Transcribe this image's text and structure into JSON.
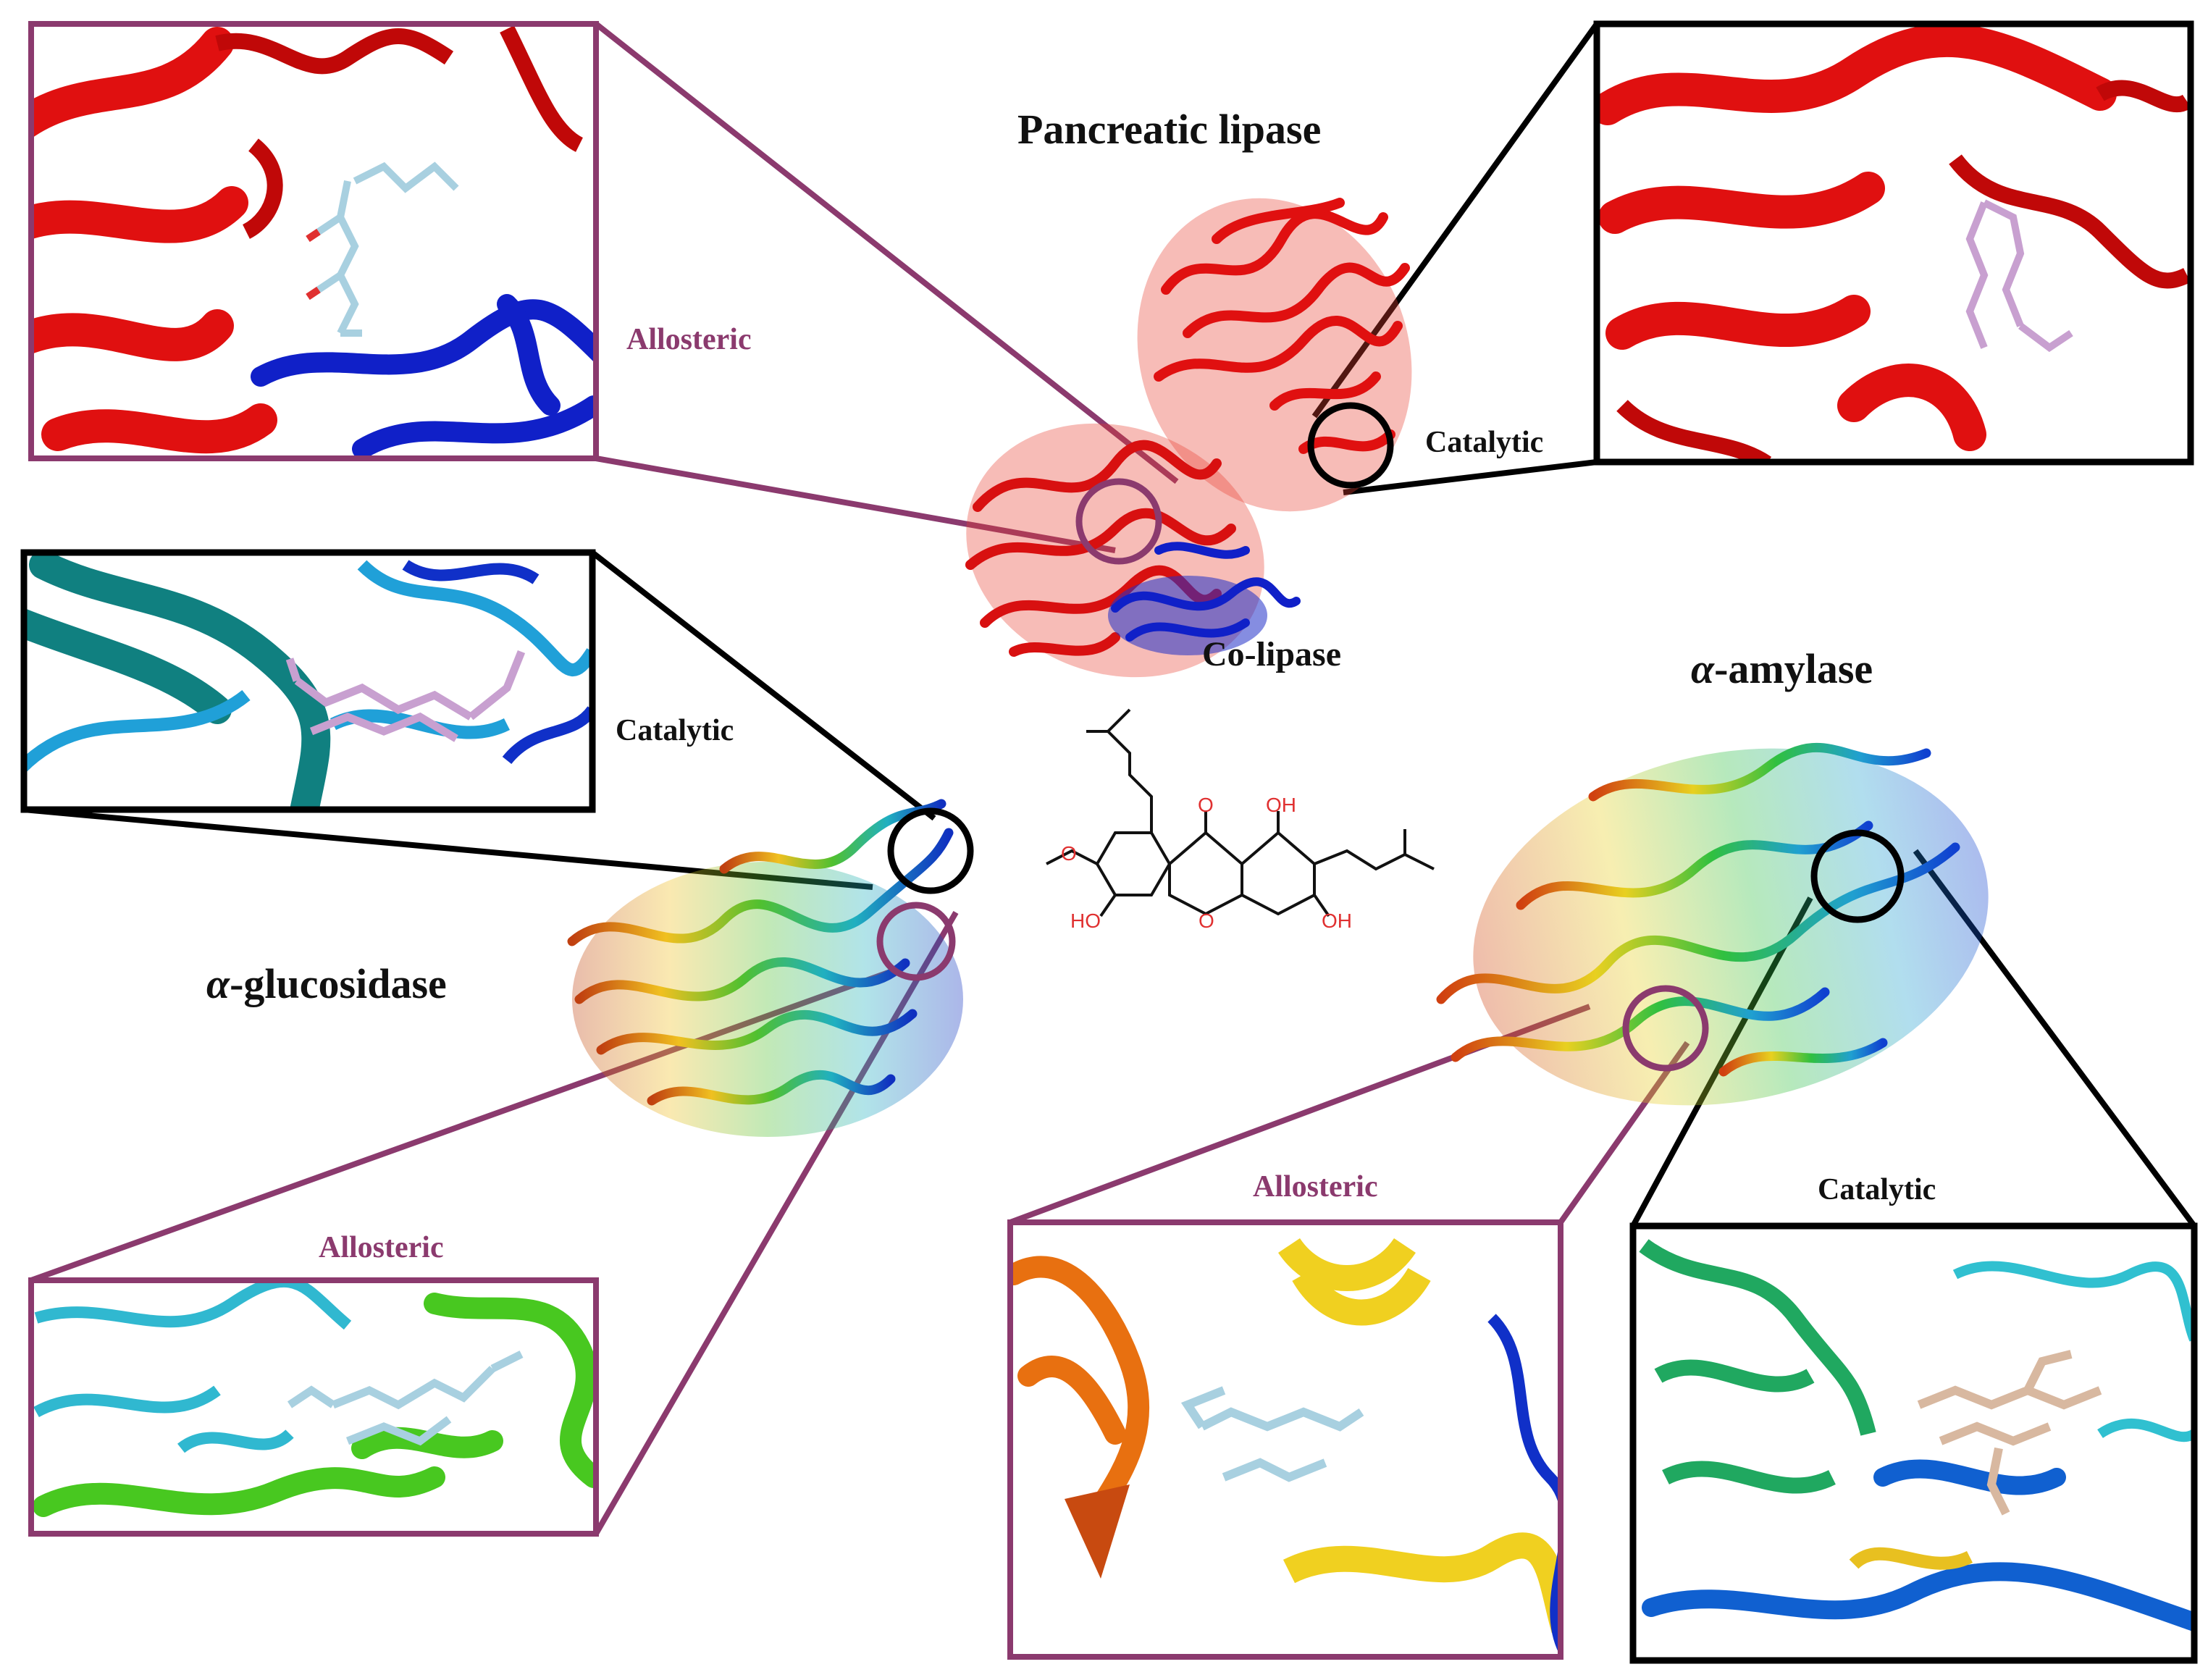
{
  "colors": {
    "allosteric_border": "#8b3a6e",
    "catalytic_border": "#000000",
    "lipase_chain": "#e01010",
    "colipase_chain": "#1020c8",
    "ligand": "#a8d0e0",
    "ligand_pink": "#c8a0d0",
    "oxygen": "#e03030"
  },
  "labels": {
    "pancreatic_lipase": "Pancreatic lipase",
    "co_lipase": "Co-lipase",
    "alpha_amylase_greek": "α",
    "alpha_amylase_rest": "-amylase",
    "alpha_glucosidase_greek": "α",
    "alpha_glucosidase_rest": "-glucosidase",
    "allosteric_lipase": "Allosteric",
    "catalytic_lipase": "Catalytic",
    "catalytic_glucosidase": "Catalytic",
    "allosteric_glucosidase": "Allosteric",
    "allosteric_amylase": "Allosteric",
    "catalytic_amylase": "Catalytic"
  },
  "molecule": {
    "atoms": [
      "O",
      "OH",
      "O",
      "HO",
      "O",
      "OH"
    ]
  }
}
